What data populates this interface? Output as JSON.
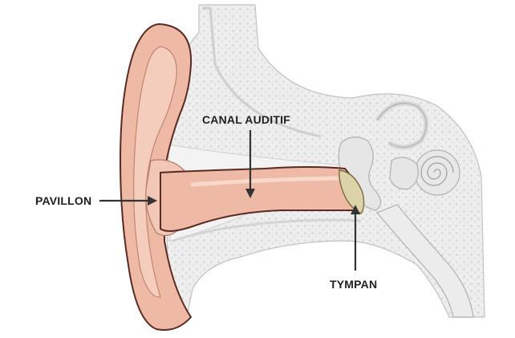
{
  "labels": {
    "pavillon": "PAVILLON",
    "canal_auditif": "CANAL AUDITIF",
    "tympan": "TYMPAN"
  },
  "colors": {
    "skin": "#eebaa6",
    "skin_light": "#f4cdbd",
    "skin_outline": "#5a2a22",
    "bone": "#ececec",
    "bone_texture": "#d6d6d6",
    "bone_outline": "#b9b9b9",
    "eardrum": "#ddd3a8",
    "arrow": "#333333",
    "text": "#1f1f1f"
  }
}
